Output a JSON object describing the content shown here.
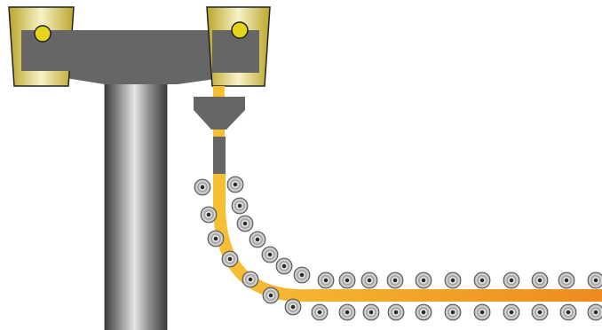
{
  "diagram": {
    "colors": {
      "background": "#ffffff",
      "steel_gray": "#666666",
      "strand_yellow": "#f5b82e",
      "strand_orange": "#ee8c1f",
      "ladle_gold": "#c9b53a",
      "ladle_light": "#f6f1c0",
      "roller_edge": "#555555",
      "roller_ring": "#cfcfcf"
    },
    "components": {
      "ladle_turret_column": "column",
      "turret_arm": "arm",
      "ladle_left": "ladle",
      "ladle_right": "ladle",
      "tundish": "tundish",
      "mold": "mold",
      "strand": "strand",
      "roller_pairs": "rollers"
    }
  }
}
